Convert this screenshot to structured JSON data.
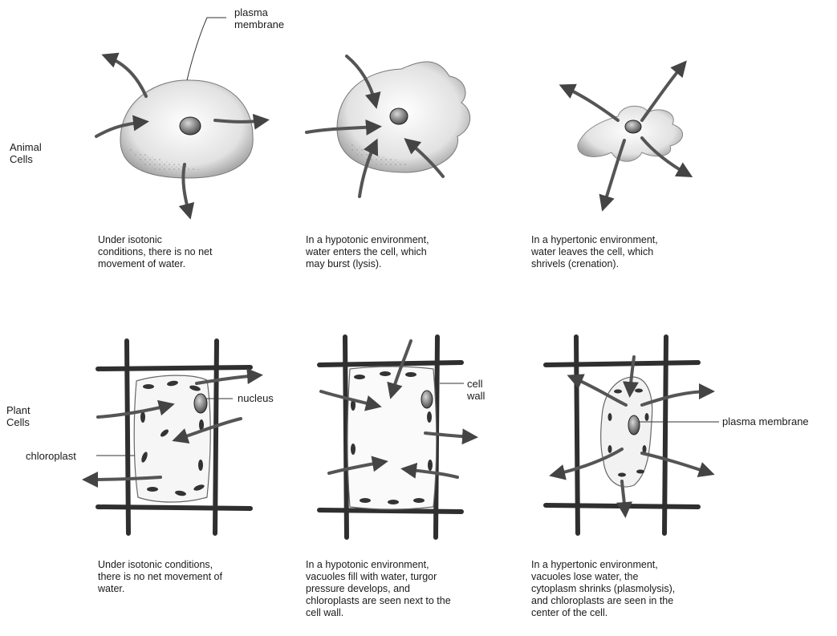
{
  "rows": {
    "animal": "Animal\nCells",
    "plant": "Plant\nCells"
  },
  "labels": {
    "plasma_membrane_top": "plasma\nmembrane",
    "nucleus": "nucleus",
    "chloroplast": "chloroplast",
    "cell_wall": "cell\nwall",
    "plasma_membrane_plant": "plasma membrane"
  },
  "captions": {
    "animal_isotonic": "Under isotonic\nconditions, there is no net\nmovement of water.",
    "animal_hypotonic": "In a hypotonic environment,\nwater enters the cell, which\nmay burst (lysis).",
    "animal_hypertonic": "In a hypertonic environment,\nwater leaves the cell, which\nshrivels (crenation).",
    "plant_isotonic": "Under isotonic conditions,\nthere is no net movement of\nwater.",
    "plant_hypotonic": "In a hypotonic environment,\nvacuoles fill with water, turgor\npressure develops, and\nchloroplasts are seen next to the\ncell wall.",
    "plant_hypertonic": "In a hypertonic environment,\nvacuoles lose water, the\ncytoplasm shrinks (plasmolysis),\nand chloroplasts are seen in the\ncenter of the cell."
  },
  "colors": {
    "ink": "#1a1a1a",
    "arrow": "#555555",
    "stipple": "#9a9a9a",
    "wall": "#3a3a3a",
    "background": "#ffffff"
  }
}
